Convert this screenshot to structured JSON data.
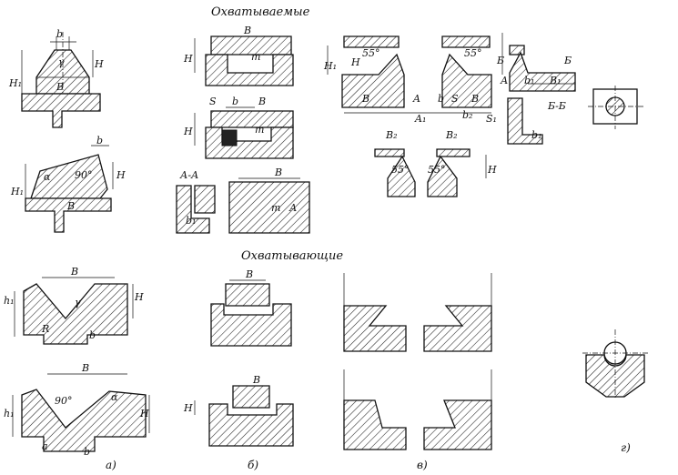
{
  "headers": {
    "engaged": "Охватываемые",
    "engaging": "Охватывающие"
  },
  "labels": {
    "b": "b",
    "B": "B",
    "H": "H",
    "H1": "H₁",
    "h1": "h₁",
    "gamma": "γ",
    "alpha": "α",
    "deg90": "90°",
    "deg55": "55°",
    "R": "R",
    "a": "a",
    "m": "m",
    "S": "S",
    "S1": "S₁",
    "A": "A",
    "A1": "A₁",
    "b1": "b₁",
    "b2": "b₂",
    "B1": "B₁",
    "B2": "B₂",
    "AA": "А-А",
    "BB": "Б-Б",
    "Bcyr": "Б",
    "Acyr": "А"
  },
  "captions": {
    "a": "а)",
    "b": "б)",
    "v": "в)",
    "g": "г)"
  }
}
